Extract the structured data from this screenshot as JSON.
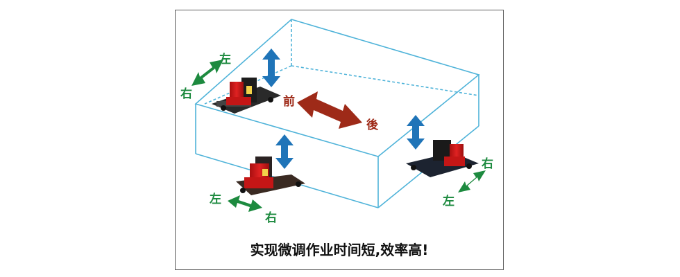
{
  "labels": {
    "left": "左",
    "right": "右",
    "front": "前",
    "back": "後"
  },
  "caption": "实现微调作业时间短,效率高!",
  "colors": {
    "box_edge": "#4fb3d9",
    "arrow_vertical": "#1f74b8",
    "arrow_horizontal": "#1d8a3f",
    "arrow_depth": "#9e2a18",
    "label_green": "#1d8a3f",
    "label_red": "#9e2a18",
    "jack_red": "#d01818",
    "jack_base": "#2a2a2a",
    "frame": "#5b5b5b"
  }
}
